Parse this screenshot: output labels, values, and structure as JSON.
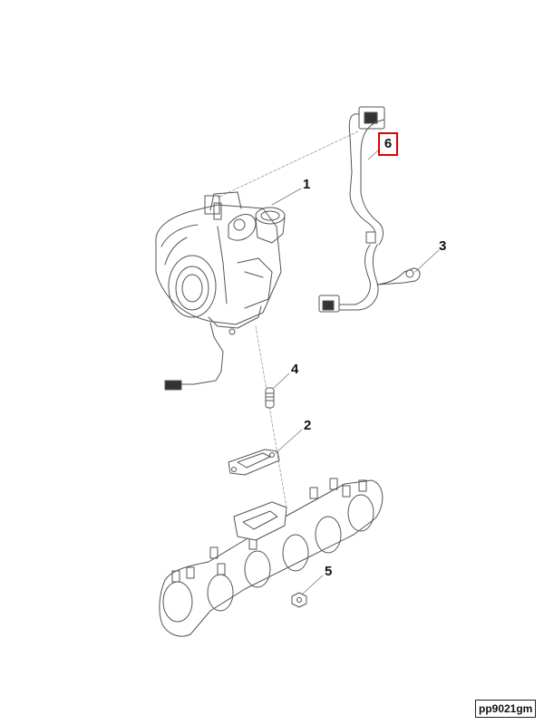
{
  "callouts": {
    "c1": "1",
    "c2": "2",
    "c3": "3",
    "c4": "4",
    "c5": "5",
    "c6": "6"
  },
  "highlight": {
    "callout": "6",
    "color": "#e00000"
  },
  "reference_code": "pp9021gm"
}
